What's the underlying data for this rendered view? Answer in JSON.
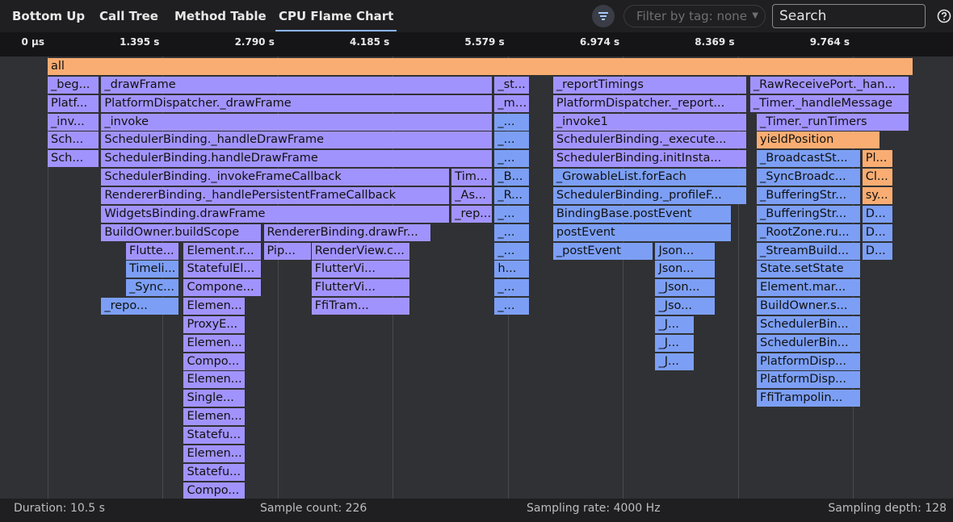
{
  "tabs": [
    {
      "label": "Bottom Up"
    },
    {
      "label": "Call Tree"
    },
    {
      "label": "Method Table"
    },
    {
      "label": "CPU Flame Chart"
    }
  ],
  "toolbar": {
    "filter_tag_label": "Filter by tag: none",
    "search_placeholder": "Search",
    "filter_icon": "filter-list-icon",
    "help_icon": "help-circle-icon"
  },
  "timeline": {
    "ticks": [
      "0 μs",
      "1.395 s",
      "2.790 s",
      "4.185 s",
      "5.579 s",
      "6.974 s",
      "8.369 s",
      "9.764 s"
    ]
  },
  "colors": {
    "native": "#a193fd",
    "flutter": "#7c9ff5",
    "dart_core": "#f9ad72",
    "accent": "#8ab4f8"
  },
  "flame": {
    "bars": [
      {
        "label": "all",
        "start_s": 0,
        "end_s": 10.5,
        "depth": 0,
        "kind": "o"
      },
      {
        "label": "_beg...",
        "start_s": 0.0,
        "end_s": 0.63,
        "depth": 1,
        "kind": "v"
      },
      {
        "label": "Platf...",
        "start_s": 0.0,
        "end_s": 0.63,
        "depth": 2,
        "kind": "v"
      },
      {
        "label": "_inv...",
        "start_s": 0.0,
        "end_s": 0.63,
        "depth": 3,
        "kind": "v"
      },
      {
        "label": "Sch...",
        "start_s": 0.0,
        "end_s": 0.63,
        "depth": 4,
        "kind": "v"
      },
      {
        "label": "Sch...",
        "start_s": 0.0,
        "end_s": 0.63,
        "depth": 5,
        "kind": "v"
      },
      {
        "label": "_drawFrame",
        "start_s": 0.65,
        "end_s": 5.4,
        "depth": 1,
        "kind": "v"
      },
      {
        "label": "PlatformDispatcher._drawFrame",
        "start_s": 0.65,
        "end_s": 5.4,
        "depth": 2,
        "kind": "v"
      },
      {
        "label": "_invoke",
        "start_s": 0.65,
        "end_s": 5.4,
        "depth": 3,
        "kind": "v"
      },
      {
        "label": "SchedulerBinding._handleDrawFrame",
        "start_s": 0.65,
        "end_s": 5.4,
        "depth": 4,
        "kind": "v"
      },
      {
        "label": "SchedulerBinding.handleDrawFrame",
        "start_s": 0.65,
        "end_s": 5.4,
        "depth": 5,
        "kind": "v"
      },
      {
        "label": "SchedulerBinding._invokeFrameCallback",
        "start_s": 0.65,
        "end_s": 4.88,
        "depth": 6,
        "kind": "v"
      },
      {
        "label": "RendererBinding._handlePersistentFrameCallback",
        "start_s": 0.65,
        "end_s": 4.88,
        "depth": 7,
        "kind": "v"
      },
      {
        "label": "WidgetsBinding.drawFrame",
        "start_s": 0.65,
        "end_s": 4.88,
        "depth": 8,
        "kind": "v"
      },
      {
        "label": "BuildOwner.buildScope",
        "start_s": 0.65,
        "end_s": 2.6,
        "depth": 9,
        "kind": "v"
      },
      {
        "label": "Flutte...",
        "start_s": 0.95,
        "end_s": 1.6,
        "depth": 10,
        "kind": "v"
      },
      {
        "label": "Timeli...",
        "start_s": 0.95,
        "end_s": 1.6,
        "depth": 11,
        "kind": "b"
      },
      {
        "label": "_Sync...",
        "start_s": 0.95,
        "end_s": 1.6,
        "depth": 12,
        "kind": "b"
      },
      {
        "label": "_repo...",
        "start_s": 0.65,
        "end_s": 1.6,
        "depth": 13,
        "kind": "b"
      },
      {
        "label": "Element.r...",
        "start_s": 1.65,
        "end_s": 2.6,
        "depth": 10,
        "kind": "v"
      },
      {
        "label": "StatefulEl...",
        "start_s": 1.65,
        "end_s": 2.6,
        "depth": 11,
        "kind": "v"
      },
      {
        "label": "Compone...",
        "start_s": 1.65,
        "end_s": 2.6,
        "depth": 12,
        "kind": "v"
      },
      {
        "label": "Elemen...",
        "start_s": 1.65,
        "end_s": 2.4,
        "depth": 13,
        "kind": "v"
      },
      {
        "label": "ProxyE...",
        "start_s": 1.65,
        "end_s": 2.4,
        "depth": 14,
        "kind": "v"
      },
      {
        "label": "Elemen...",
        "start_s": 1.65,
        "end_s": 2.4,
        "depth": 15,
        "kind": "v"
      },
      {
        "label": "Compo...",
        "start_s": 1.65,
        "end_s": 2.4,
        "depth": 16,
        "kind": "v"
      },
      {
        "label": "Elemen...",
        "start_s": 1.65,
        "end_s": 2.4,
        "depth": 17,
        "kind": "v"
      },
      {
        "label": "Single...",
        "start_s": 1.65,
        "end_s": 2.4,
        "depth": 18,
        "kind": "v"
      },
      {
        "label": "Elemen...",
        "start_s": 1.65,
        "end_s": 2.4,
        "depth": 19,
        "kind": "v"
      },
      {
        "label": "Statefu...",
        "start_s": 1.65,
        "end_s": 2.4,
        "depth": 20,
        "kind": "v"
      },
      {
        "label": "Elemen...",
        "start_s": 1.65,
        "end_s": 2.4,
        "depth": 21,
        "kind": "v"
      },
      {
        "label": "Statefu...",
        "start_s": 1.65,
        "end_s": 2.4,
        "depth": 22,
        "kind": "v"
      },
      {
        "label": "Compo...",
        "start_s": 1.65,
        "end_s": 2.4,
        "depth": 23,
        "kind": "v"
      },
      {
        "label": "RendererBinding.drawFr...",
        "start_s": 2.62,
        "end_s": 4.65,
        "depth": 9,
        "kind": "v"
      },
      {
        "label": "Pip...",
        "start_s": 2.62,
        "end_s": 3.2,
        "depth": 10,
        "kind": "v"
      },
      {
        "label": "RenderView.c...",
        "start_s": 3.2,
        "end_s": 4.4,
        "depth": 10,
        "kind": "v"
      },
      {
        "label": "FlutterVi...",
        "start_s": 3.2,
        "end_s": 4.4,
        "depth": 11,
        "kind": "v"
      },
      {
        "label": "FlutterVi...",
        "start_s": 3.2,
        "end_s": 4.4,
        "depth": 12,
        "kind": "v"
      },
      {
        "label": "FfiTram...",
        "start_s": 3.2,
        "end_s": 4.4,
        "depth": 13,
        "kind": "v"
      },
      {
        "label": "Tim...",
        "start_s": 4.9,
        "end_s": 5.4,
        "depth": 6,
        "kind": "v"
      },
      {
        "label": "_As...",
        "start_s": 4.9,
        "end_s": 5.4,
        "depth": 7,
        "kind": "v"
      },
      {
        "label": "_rep...",
        "start_s": 4.9,
        "end_s": 5.4,
        "depth": 8,
        "kind": "v"
      },
      {
        "label": "_st...",
        "start_s": 5.42,
        "end_s": 5.85,
        "depth": 1,
        "kind": "v"
      },
      {
        "label": "_mi...",
        "start_s": 5.42,
        "end_s": 5.85,
        "depth": 2,
        "kind": "v"
      },
      {
        "label": "_...",
        "start_s": 5.42,
        "end_s": 5.85,
        "depth": 3,
        "kind": "b"
      },
      {
        "label": "_...",
        "start_s": 5.42,
        "end_s": 5.85,
        "depth": 4,
        "kind": "b"
      },
      {
        "label": "_...",
        "start_s": 5.42,
        "end_s": 5.85,
        "depth": 5,
        "kind": "b"
      },
      {
        "label": "_B...",
        "start_s": 5.42,
        "end_s": 5.85,
        "depth": 6,
        "kind": "b"
      },
      {
        "label": "_R...",
        "start_s": 5.42,
        "end_s": 5.85,
        "depth": 7,
        "kind": "b"
      },
      {
        "label": "_...",
        "start_s": 5.42,
        "end_s": 5.85,
        "depth": 8,
        "kind": "b"
      },
      {
        "label": "_...",
        "start_s": 5.42,
        "end_s": 5.85,
        "depth": 9,
        "kind": "b"
      },
      {
        "label": "_...",
        "start_s": 5.42,
        "end_s": 5.85,
        "depth": 10,
        "kind": "b"
      },
      {
        "label": "h...",
        "start_s": 5.42,
        "end_s": 5.85,
        "depth": 11,
        "kind": "b"
      },
      {
        "label": "_...",
        "start_s": 5.42,
        "end_s": 5.85,
        "depth": 12,
        "kind": "b"
      },
      {
        "label": "_...",
        "start_s": 5.42,
        "end_s": 5.85,
        "depth": 13,
        "kind": "b"
      },
      {
        "label": "_reportTimings",
        "start_s": 6.13,
        "end_s": 8.48,
        "depth": 1,
        "kind": "v"
      },
      {
        "label": "PlatformDispatcher._report...",
        "start_s": 6.13,
        "end_s": 8.48,
        "depth": 2,
        "kind": "v"
      },
      {
        "label": "_invoke1",
        "start_s": 6.13,
        "end_s": 8.48,
        "depth": 3,
        "kind": "v"
      },
      {
        "label": "SchedulerBinding._execute...",
        "start_s": 6.13,
        "end_s": 8.48,
        "depth": 4,
        "kind": "v"
      },
      {
        "label": "SchedulerBinding.initInsta...",
        "start_s": 6.13,
        "end_s": 8.48,
        "depth": 5,
        "kind": "v"
      },
      {
        "label": "_GrowableList.forEach",
        "start_s": 6.13,
        "end_s": 8.48,
        "depth": 6,
        "kind": "b"
      },
      {
        "label": "SchedulerBinding._profileF...",
        "start_s": 6.13,
        "end_s": 8.48,
        "depth": 7,
        "kind": "b"
      },
      {
        "label": "BindingBase.postEvent",
        "start_s": 6.13,
        "end_s": 8.3,
        "depth": 8,
        "kind": "b"
      },
      {
        "label": "postEvent",
        "start_s": 6.13,
        "end_s": 8.3,
        "depth": 9,
        "kind": "b"
      },
      {
        "label": "_postEvent",
        "start_s": 6.13,
        "end_s": 7.35,
        "depth": 10,
        "kind": "b"
      },
      {
        "label": "Json...",
        "start_s": 7.37,
        "end_s": 8.1,
        "depth": 10,
        "kind": "b"
      },
      {
        "label": "Json...",
        "start_s": 7.37,
        "end_s": 8.1,
        "depth": 11,
        "kind": "b"
      },
      {
        "label": "_Json...",
        "start_s": 7.37,
        "end_s": 8.1,
        "depth": 12,
        "kind": "b"
      },
      {
        "label": "_Jso...",
        "start_s": 7.37,
        "end_s": 8.1,
        "depth": 13,
        "kind": "b"
      },
      {
        "label": "_J...",
        "start_s": 7.37,
        "end_s": 7.85,
        "depth": 14,
        "kind": "b"
      },
      {
        "label": "_J...",
        "start_s": 7.37,
        "end_s": 7.85,
        "depth": 15,
        "kind": "b"
      },
      {
        "label": "_J...",
        "start_s": 7.37,
        "end_s": 7.85,
        "depth": 16,
        "kind": "b"
      },
      {
        "label": "_RawReceivePort._han...",
        "start_s": 8.52,
        "end_s": 10.45,
        "depth": 1,
        "kind": "v"
      },
      {
        "label": "_Timer._handleMessage",
        "start_s": 8.52,
        "end_s": 10.45,
        "depth": 2,
        "kind": "v"
      },
      {
        "label": "_Timer._runTimers",
        "start_s": 8.6,
        "end_s": 10.45,
        "depth": 3,
        "kind": "v"
      },
      {
        "label": "yieldPosition",
        "start_s": 8.6,
        "end_s": 10.1,
        "depth": 4,
        "kind": "o"
      },
      {
        "label": "_BroadcastSt...",
        "start_s": 8.6,
        "end_s": 9.86,
        "depth": 5,
        "kind": "b"
      },
      {
        "label": "Pl...",
        "start_s": 9.88,
        "end_s": 10.25,
        "depth": 5,
        "kind": "o"
      },
      {
        "label": "_SyncBroadc...",
        "start_s": 8.6,
        "end_s": 9.86,
        "depth": 6,
        "kind": "b"
      },
      {
        "label": "Cl...",
        "start_s": 9.88,
        "end_s": 10.25,
        "depth": 6,
        "kind": "o"
      },
      {
        "label": "_BufferingStr...",
        "start_s": 8.6,
        "end_s": 9.86,
        "depth": 7,
        "kind": "b"
      },
      {
        "label": "sy...",
        "start_s": 9.88,
        "end_s": 10.25,
        "depth": 7,
        "kind": "o"
      },
      {
        "label": "_BufferingStr...",
        "start_s": 8.6,
        "end_s": 9.86,
        "depth": 8,
        "kind": "b"
      },
      {
        "label": "D...",
        "start_s": 9.88,
        "end_s": 10.25,
        "depth": 8,
        "kind": "b"
      },
      {
        "label": "_RootZone.ru...",
        "start_s": 8.6,
        "end_s": 9.86,
        "depth": 9,
        "kind": "b"
      },
      {
        "label": "D...",
        "start_s": 9.88,
        "end_s": 10.25,
        "depth": 9,
        "kind": "b"
      },
      {
        "label": "_StreamBuild...",
        "start_s": 8.6,
        "end_s": 9.86,
        "depth": 10,
        "kind": "b"
      },
      {
        "label": "D...",
        "start_s": 9.88,
        "end_s": 10.25,
        "depth": 10,
        "kind": "b"
      },
      {
        "label": "State.setState",
        "start_s": 8.6,
        "end_s": 9.86,
        "depth": 11,
        "kind": "b"
      },
      {
        "label": "Element.mar...",
        "start_s": 8.6,
        "end_s": 9.86,
        "depth": 12,
        "kind": "b"
      },
      {
        "label": "BuildOwner.s...",
        "start_s": 8.6,
        "end_s": 9.86,
        "depth": 13,
        "kind": "b"
      },
      {
        "label": "SchedulerBin...",
        "start_s": 8.6,
        "end_s": 9.86,
        "depth": 14,
        "kind": "b"
      },
      {
        "label": "SchedulerBin...",
        "start_s": 8.6,
        "end_s": 9.86,
        "depth": 15,
        "kind": "b"
      },
      {
        "label": "PlatformDisp...",
        "start_s": 8.6,
        "end_s": 9.86,
        "depth": 16,
        "kind": "b"
      },
      {
        "label": "PlatformDisp...",
        "start_s": 8.6,
        "end_s": 9.86,
        "depth": 17,
        "kind": "b"
      },
      {
        "label": "FfiTrampolin...",
        "start_s": 8.6,
        "end_s": 9.86,
        "depth": 18,
        "kind": "b"
      }
    ]
  },
  "footer": {
    "duration": "Duration: 10.5 s",
    "sample_count": "Sample count: 226",
    "sampling_rate": "Sampling rate: 4000 Hz",
    "sampling_depth": "Sampling depth: 128"
  }
}
